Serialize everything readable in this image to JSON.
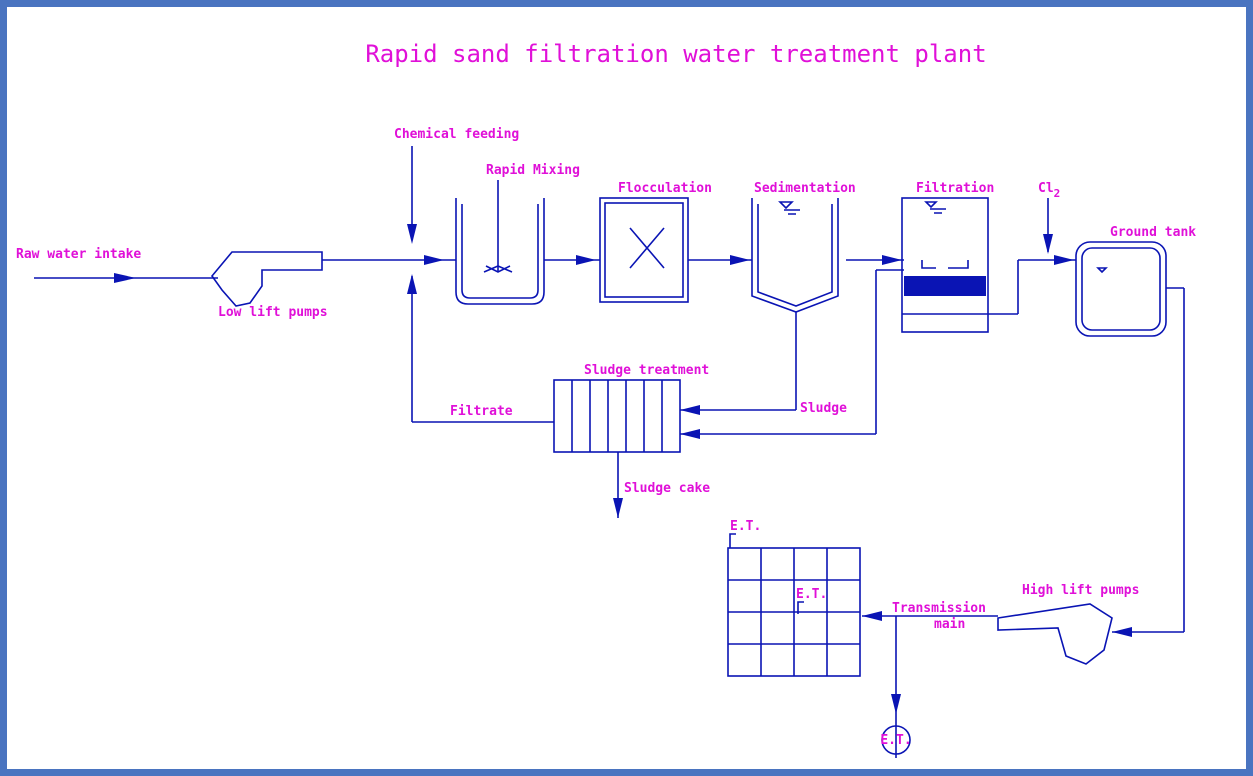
{
  "title": "Rapid sand filtration water treatment plant",
  "labels": {
    "raw_water_intake": "Raw water intake",
    "low_lift_pumps": "Low lift pumps",
    "chemical_feeding": "Chemical feeding",
    "rapid_mixing": "Rapid Mixing",
    "flocculation": "Flocculation",
    "sedimentation": "Sedimentation",
    "filtration": "Filtration",
    "cl2_main": "Cl",
    "cl2_sub": "2",
    "ground_tank": "Ground tank",
    "sludge_treatment": "Sludge treatment",
    "filtrate": "Filtrate",
    "sludge": "Sludge",
    "sludge_cake": "Sludge cake",
    "high_lift_pumps": "High lift pumps",
    "transmission_line1": "Transmission",
    "transmission_line2": "main",
    "et_top": "E.T.",
    "et_grid": "E.T.",
    "et_bottom": "E.T."
  },
  "colors": {
    "line": "#0a14b4",
    "label": "#e010d8",
    "frame": "#4a74c0"
  }
}
